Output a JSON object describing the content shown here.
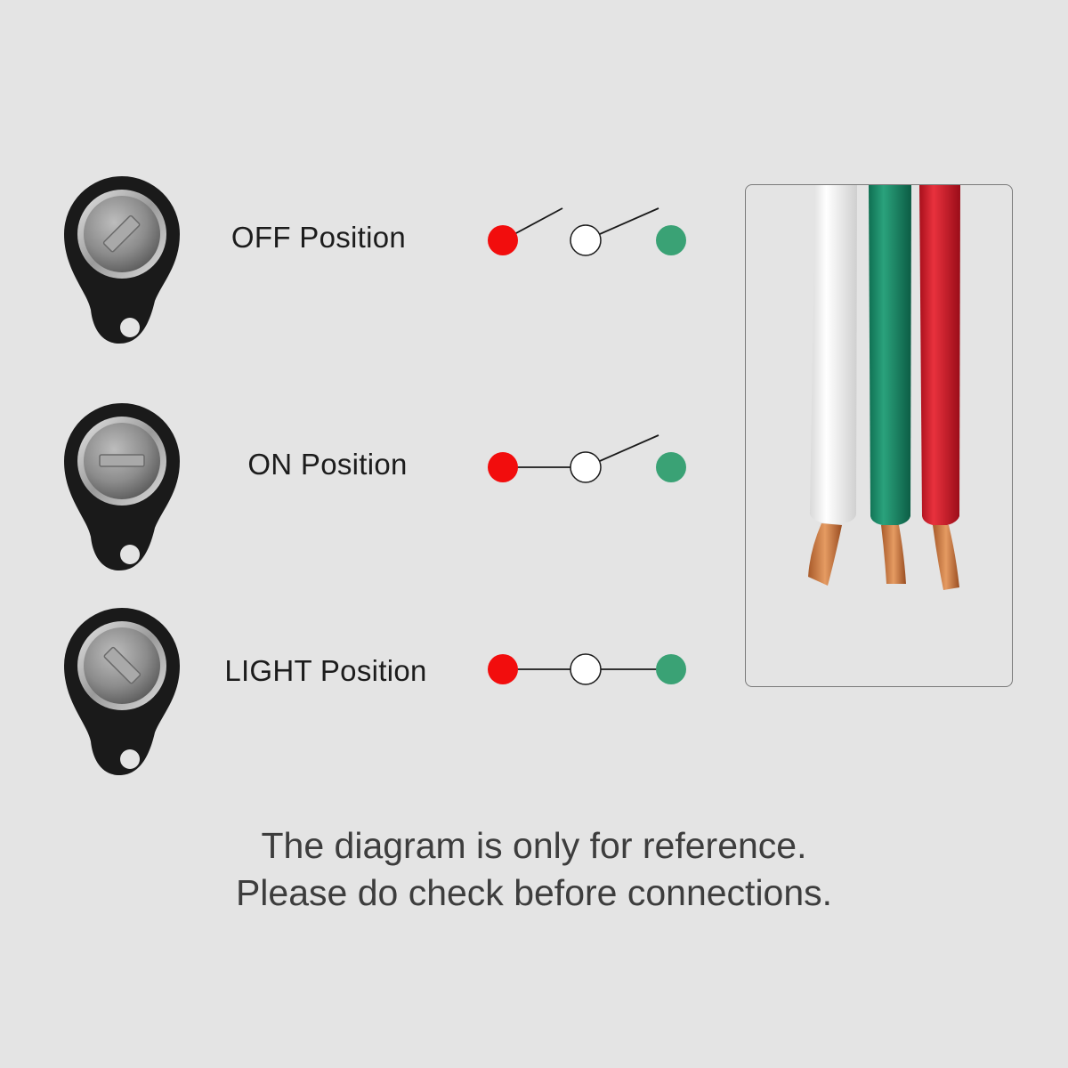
{
  "positions": [
    {
      "label": "OFF Position",
      "slot": "diagonal",
      "state": "off"
    },
    {
      "label": "ON Position",
      "slot": "horizontal",
      "state": "on"
    },
    {
      "label": "LIGHT Position",
      "slot": "diagonal",
      "state": "light"
    }
  ],
  "terminal_colors": {
    "red": "#f20d0d",
    "white": "#ffffff",
    "green": "#3aa275"
  },
  "wire_colors": [
    "white",
    "green",
    "red"
  ],
  "note": {
    "line1": "The diagram is only for reference.",
    "line2": "Please do check before connections."
  }
}
